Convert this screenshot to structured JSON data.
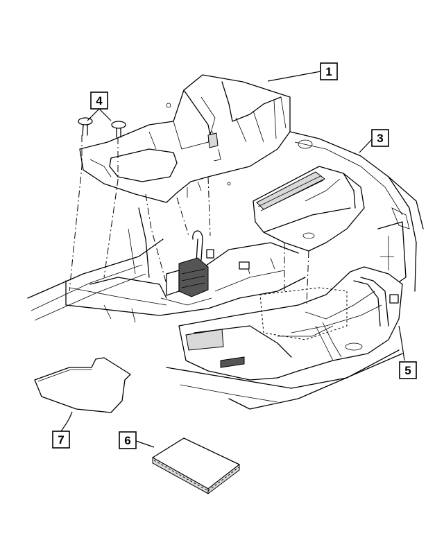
{
  "diagram": {
    "callouts": [
      {
        "id": "callout-1",
        "label": "1"
      },
      {
        "id": "callout-3",
        "label": "3"
      },
      {
        "id": "callout-4",
        "label": "4"
      },
      {
        "id": "callout-5",
        "label": "5"
      },
      {
        "id": "callout-6",
        "label": "6"
      },
      {
        "id": "callout-7",
        "label": "7"
      }
    ]
  }
}
